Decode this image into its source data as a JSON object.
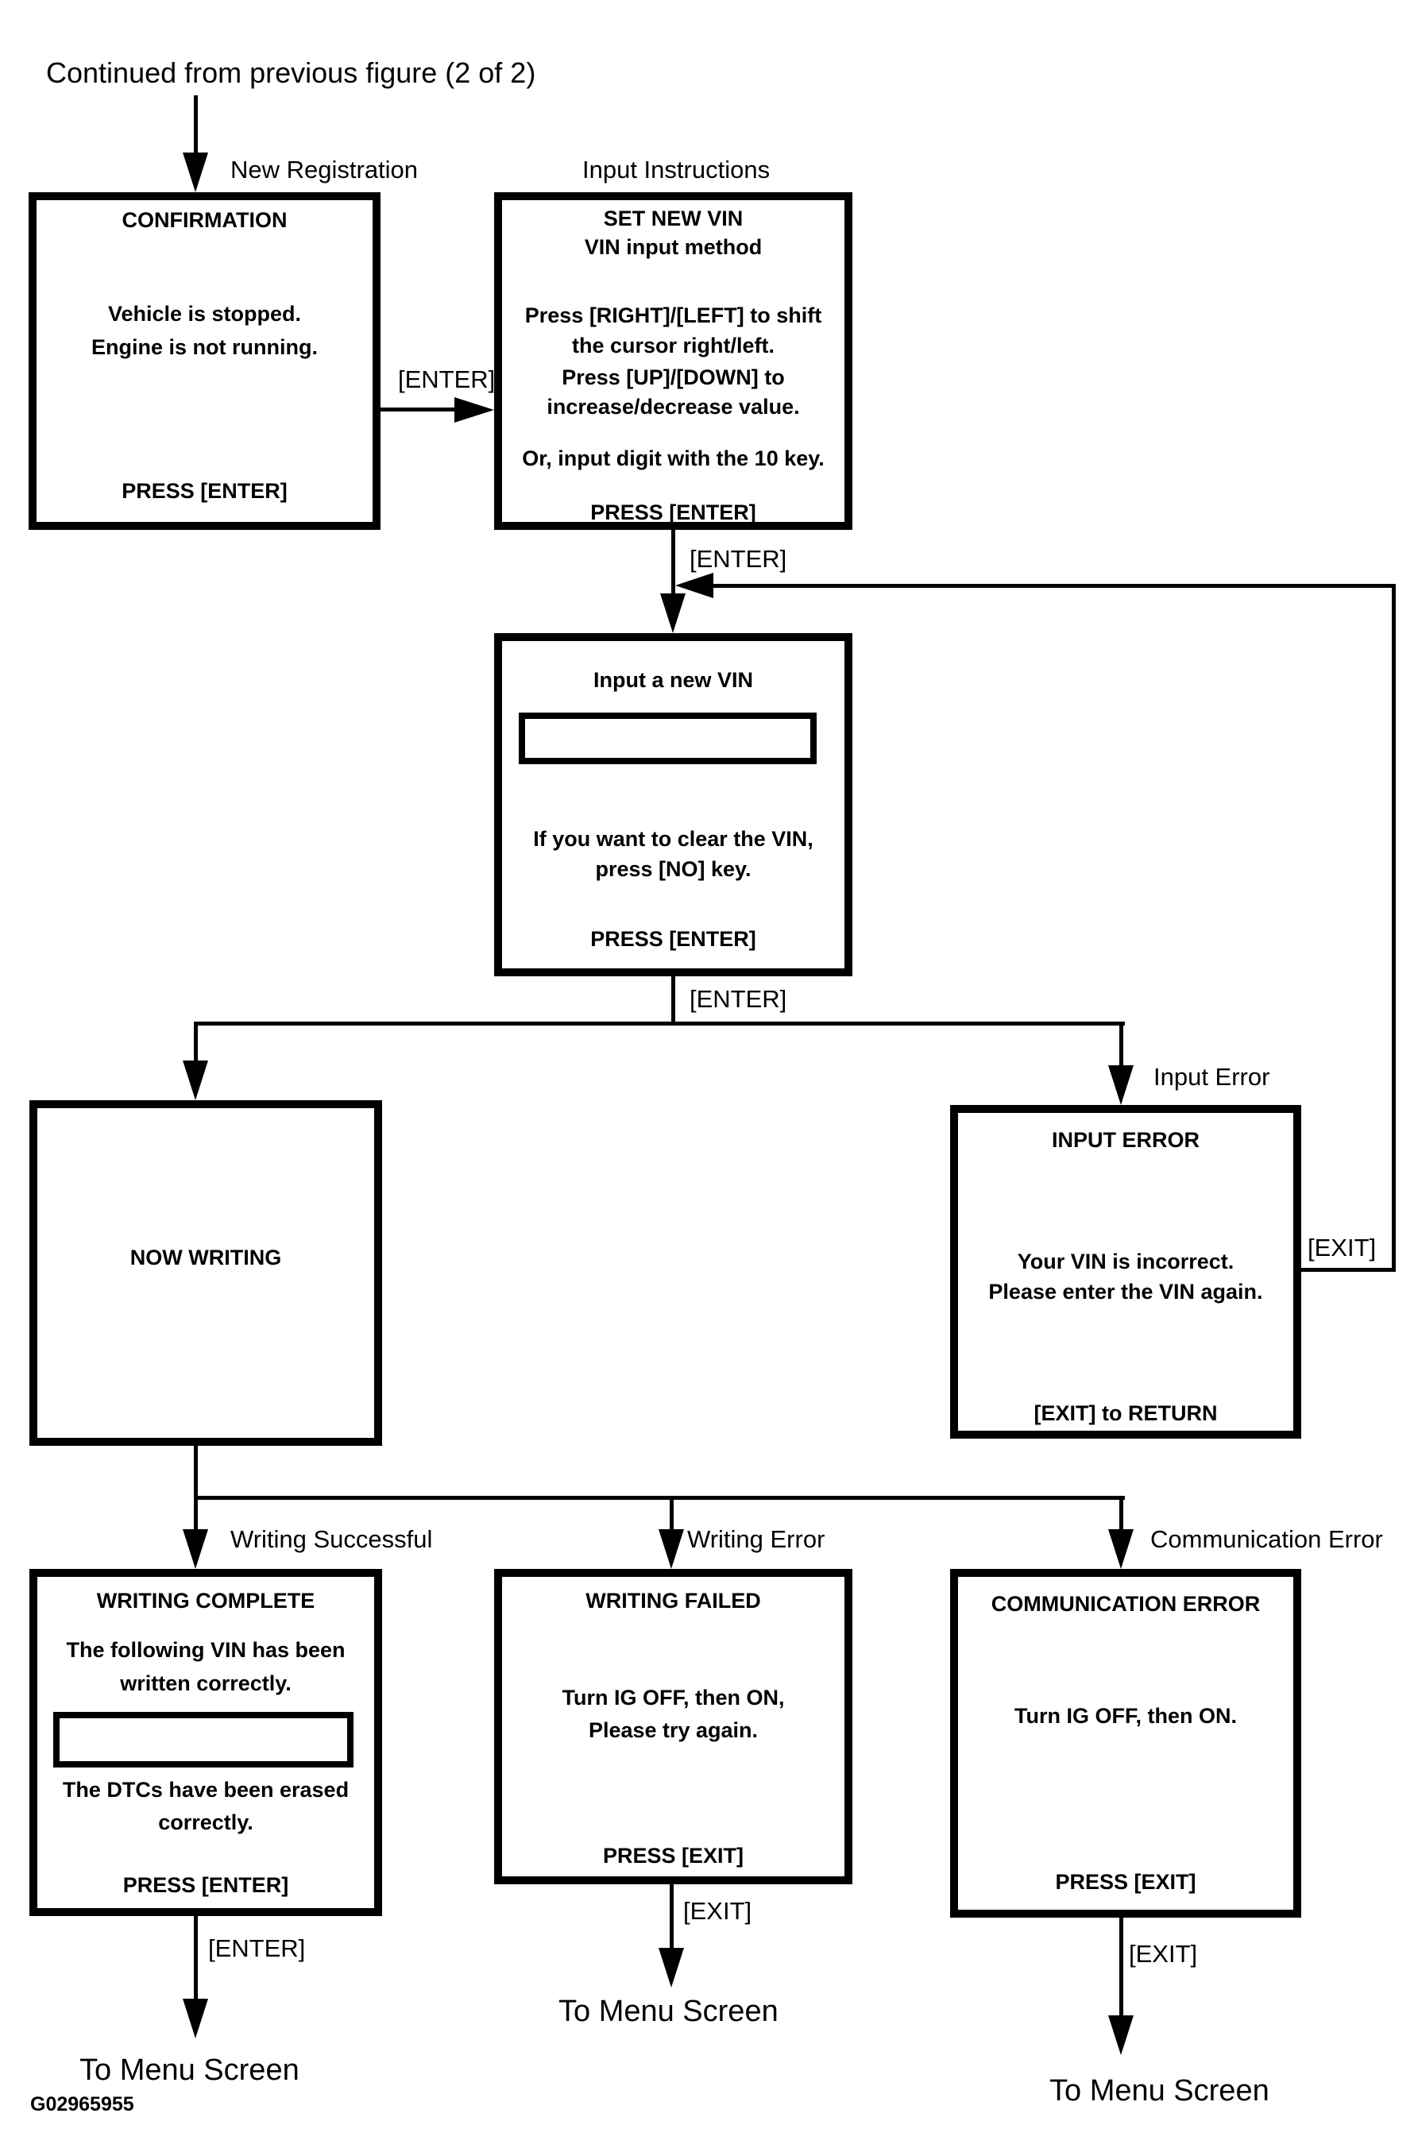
{
  "page": {
    "title": "Continued from previous figure (2 of 2)",
    "figure_id": "G02965955"
  },
  "colors": {
    "ink": "#000000",
    "paper": "#ffffff"
  },
  "connector_labels": {
    "new_registration": "New Registration",
    "input_instructions": "Input Instructions",
    "enter_confirm_to_setvin": "[ENTER]",
    "enter_setvin_to_input": "[ENTER]",
    "enter_input_to_split": "[ENTER]",
    "input_error": "Input Error",
    "exit_return_loop": "[EXIT]",
    "writing_successful": "Writing Successful",
    "writing_error": "Writing Error",
    "communication_error": "Communication Error",
    "enter_complete_to_menu": "[ENTER]",
    "exit_failed_to_menu": "[EXIT]",
    "exit_commerr_to_menu": "[EXIT]",
    "to_menu_left": "To Menu Screen",
    "to_menu_middle": "To Menu Screen",
    "to_menu_right": "To Menu Screen"
  },
  "boxes": {
    "confirmation": {
      "title": "CONFIRMATION",
      "line1": "Vehicle is stopped.",
      "line2": "Engine is not running.",
      "footer": "PRESS [ENTER]"
    },
    "set_new_vin": {
      "title": "SET NEW VIN",
      "subtitle": "VIN input method",
      "line1": "Press [RIGHT]/[LEFT] to shift",
      "line2": "the cursor right/left.",
      "line3": "Press [UP]/[DOWN] to",
      "line4": "increase/decrease value.",
      "line5": "Or, input digit with the 10 key.",
      "footer": "PRESS [ENTER]"
    },
    "input_new_vin": {
      "title": "Input a new VIN",
      "field_value": "",
      "line1": "If you want to clear the VIN,",
      "line2": "press [NO] key.",
      "footer": "PRESS [ENTER]"
    },
    "now_writing": {
      "title": "NOW WRITING"
    },
    "input_error": {
      "title": "INPUT ERROR",
      "line1": "Your VIN is incorrect.",
      "line2": "Please enter the VIN again.",
      "footer": "[EXIT] to RETURN"
    },
    "writing_complete": {
      "title": "WRITING COMPLETE",
      "line1": "The following VIN has been",
      "line2": "written correctly.",
      "field_value": "",
      "line3": "The DTCs have been erased",
      "line4": "correctly.",
      "footer": "PRESS [ENTER]"
    },
    "writing_failed": {
      "title": "WRITING FAILED",
      "line1": "Turn IG OFF, then ON,",
      "line2": "Please try again.",
      "footer": "PRESS [EXIT]"
    },
    "communication_error": {
      "title": "COMMUNICATION ERROR",
      "line1": "Turn IG OFF, then ON.",
      "footer": "PRESS [EXIT]"
    }
  }
}
